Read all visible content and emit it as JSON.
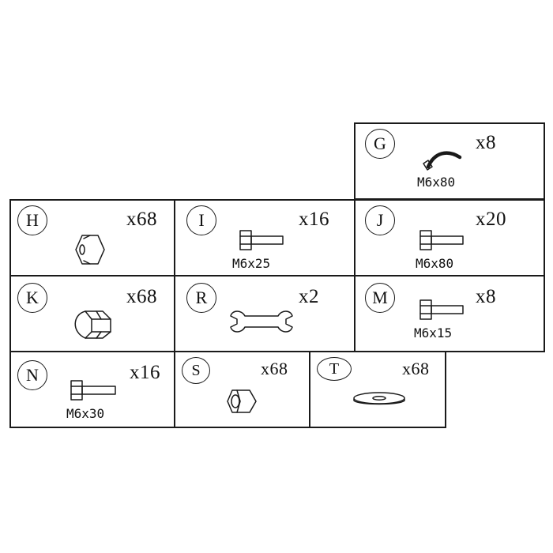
{
  "parts": [
    {
      "letter": "G",
      "qty": "x8",
      "size": "M6x80",
      "icon": "bent-bolt-icon"
    },
    {
      "letter": "H",
      "qty": "x68",
      "icon": "hex-nut-icon"
    },
    {
      "letter": "I",
      "qty": "x16",
      "size": "M6x25",
      "icon": "hex-bolt-icon"
    },
    {
      "letter": "J",
      "qty": "x20",
      "size": "M6x80",
      "icon": "hex-bolt-icon"
    },
    {
      "letter": "K",
      "qty": "x68",
      "icon": "cap-nut-icon"
    },
    {
      "letter": "R",
      "qty": "x2",
      "icon": "wrench-icon"
    },
    {
      "letter": "M",
      "qty": "x8",
      "size": "M6x15",
      "icon": "hex-bolt-icon"
    },
    {
      "letter": "N",
      "qty": "x16",
      "size": "M6x30",
      "icon": "hex-bolt-icon"
    },
    {
      "letter": "S",
      "qty": "x68",
      "icon": "hex-nut-icon"
    },
    {
      "letter": "T",
      "qty": "x68",
      "icon": "washer-icon"
    }
  ]
}
